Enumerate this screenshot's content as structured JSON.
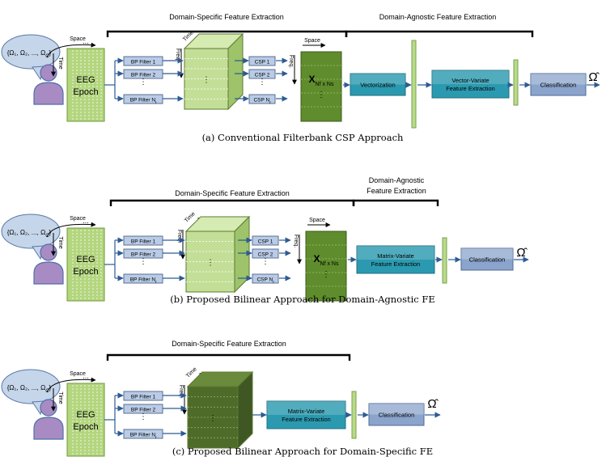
{
  "colors": {
    "cloud_fill": "#c5d5ea",
    "cloud_stroke": "#5a78a8",
    "person_fill": "#a98bc4",
    "person_stroke": "#4f6fa8",
    "eeg_fill": "#b3d67e",
    "eeg_stroke": "#6f9a3a",
    "cube_light": "#c3df97",
    "cube_dark": "#4f6b2a",
    "matrix_fill": "#5f8c2c",
    "teal": "#2b9ab0",
    "blue_box": "#8aa4cc",
    "filter_fill": "#b9cbe6",
    "arrow": "#2d5b94",
    "bar_fill": "#b8da8a"
  },
  "shared": {
    "class_set": "{Ω₁, Ω₂, ..., Ω",
    "class_set_sub": "C",
    "class_set_close": "}",
    "space": "Space",
    "time": "Time",
    "freq": "Freq.",
    "ellipsis": "...",
    "vdots": "⋮",
    "eeg_line1": "EEG",
    "eeg_line2": "Epoch",
    "bp1": "BP Filter 1",
    "bp2": "BP Filter 2",
    "bpn": "BP Filter N",
    "bpn_sub": "f",
    "csp1": "CSP 1",
    "csp2": "CSP 2",
    "cspn": "CSP N",
    "cspn_sub": "f",
    "matrix_main": "X",
    "matrix_sub": "Nf x Ns",
    "classification": "Classification",
    "omega_hat": "Ω̂",
    "matrix_variate_1": "Matrix-Variate",
    "matrix_variate_2": "Feature Extraction"
  },
  "panel_a": {
    "section_specific": "Domain-Specific Feature Extraction",
    "section_agnostic": "Domain-Agnostic Feature Extraction",
    "vectorization": "Vectorization",
    "vector_variate_1": "Vector-Variate",
    "vector_variate_2": "Feature Extraction",
    "caption": "(a) Conventional Filterbank CSP Approach"
  },
  "panel_b": {
    "section_specific": "Domain-Specific Feature Extraction",
    "section_agnostic_1": "Domain-Agnostic",
    "section_agnostic_2": "Feature Extraction",
    "caption": "(b) Proposed Bilinear Approach for Domain-Agnostic FE"
  },
  "panel_c": {
    "section_specific": "Domain-Specific Feature Extraction",
    "caption": "(c) Proposed Bilinear Approach for Domain-Specific FE"
  }
}
